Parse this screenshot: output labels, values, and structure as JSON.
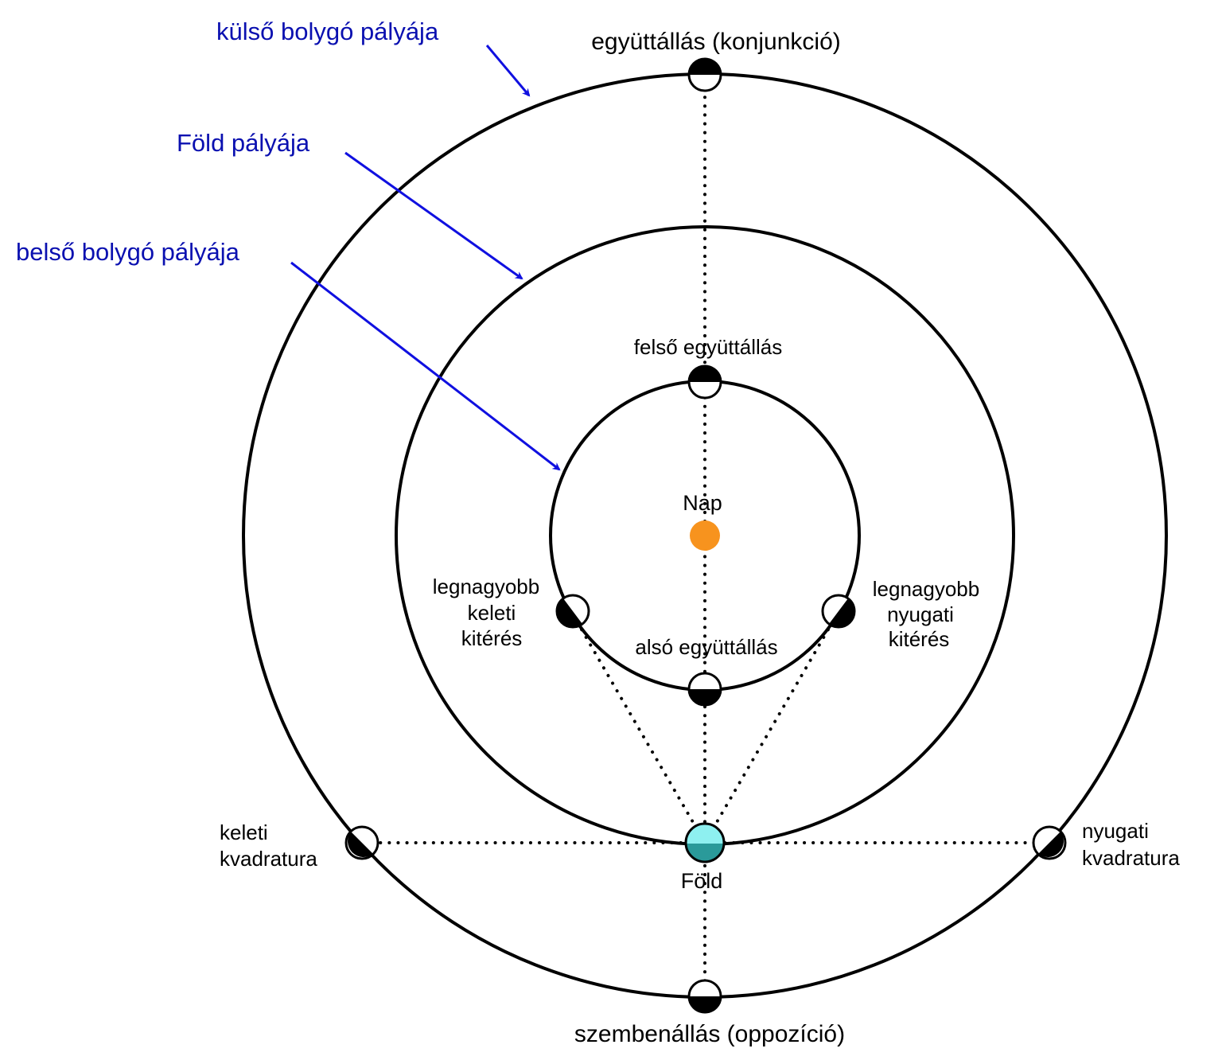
{
  "diagram": {
    "title_labels": {
      "outer_orbit": "külső bolygó pályája",
      "earth_orbit": "Föld pályája",
      "inner_orbit": "belső bolygó pályája"
    },
    "sun": {
      "label": "Nap",
      "color": "#f7931e"
    },
    "earth": {
      "label": "Föld",
      "color_light": "#8ef0f0",
      "color_dark": "#2a9a9a"
    },
    "positions": {
      "conjunction": "együttállás (konjunkció)",
      "opposition": "szembenállás (oppozíció)",
      "superior_conjunction": "felső együttállás",
      "inferior_conjunction": "alsó együttállás",
      "greatest_east": [
        "legnagyobb",
        "keleti",
        "kitérés"
      ],
      "greatest_west": [
        "legnagyobb",
        "nyugati",
        "kitérés"
      ],
      "east_quadrature": [
        "keleti",
        "kvadratura"
      ],
      "west_quadrature": [
        "nyugati",
        "kvadratura"
      ]
    },
    "colors": {
      "orbit": "#000000",
      "annotation": "#0a10b0",
      "arrow": "#1010e0"
    }
  }
}
